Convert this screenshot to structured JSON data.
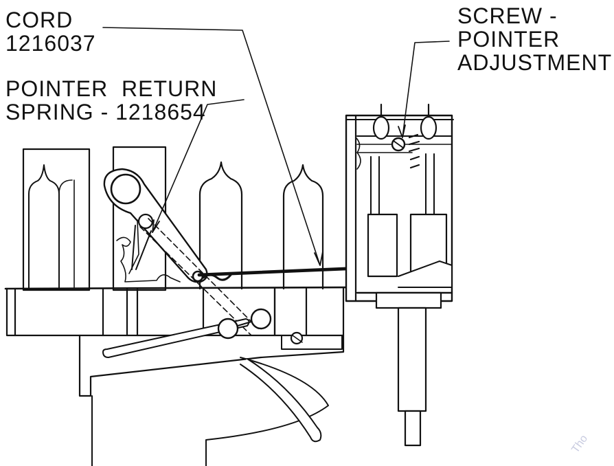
{
  "diagram": {
    "callouts": [
      {
        "id": "cord",
        "lines": [
          "CORD",
          "1216037"
        ]
      },
      {
        "id": "spring",
        "lines": [
          "POINTER  RETURN",
          "SPRING - 1218654"
        ]
      },
      {
        "id": "screw",
        "lines": [
          "SCREW -",
          "POINTER",
          "ADJUSTMENT"
        ]
      }
    ],
    "watermark": "Tho"
  }
}
